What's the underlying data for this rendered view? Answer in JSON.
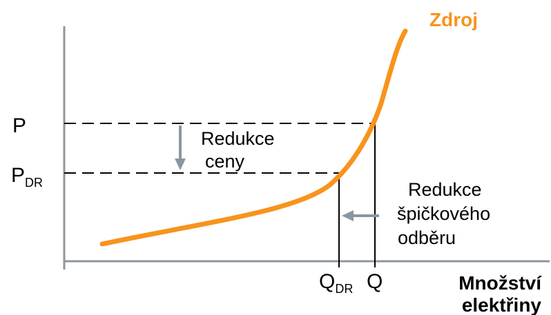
{
  "supply_curve": {
    "label": "Zdroj",
    "color": "#F7941D"
  },
  "price_axis": {
    "p_label": "P",
    "p_dr_label_main": "P",
    "p_dr_label_sub": "DR"
  },
  "quantity_axis": {
    "q_label": "Q",
    "q_dr_label_main": "Q",
    "q_dr_label_sub": "DR",
    "title_line1": "Množství",
    "title_line2": "elektřiny"
  },
  "annotations": {
    "price_reduction_line1": "Redukce",
    "price_reduction_line2": "ceny",
    "peak_reduction_line1": "Redukce",
    "peak_reduction_line2": "špičkového",
    "peak_reduction_line3": "odběru"
  },
  "colors": {
    "axis": "#8C96A0",
    "arrow": "#8C96A0",
    "guide": "#000000"
  }
}
